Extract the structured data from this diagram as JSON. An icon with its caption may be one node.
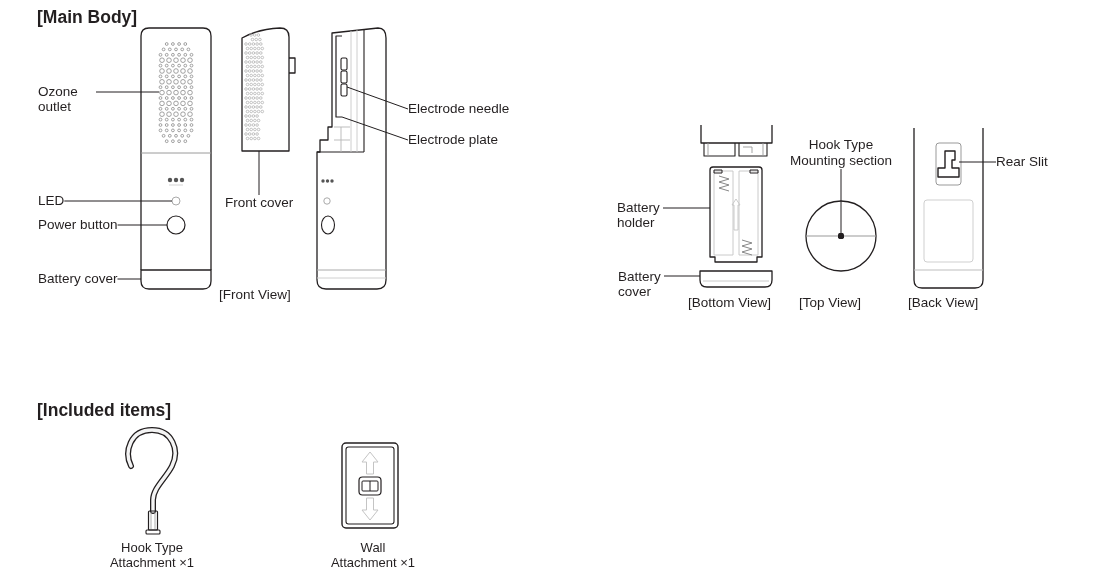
{
  "diagram": {
    "title": "[Main Body]",
    "nodes": [
      {
        "text": [
          "Ozone outlet"
        ]
      },
      {
        "text": [
          "LED"
        ]
      },
      {
        "text": [
          "Power button"
        ]
      },
      {
        "text": [
          "Battery cover"
        ]
      },
      {
        "text": [
          "Front cover"
        ]
      },
      {
        "text": [
          "Electrode needle"
        ]
      },
      {
        "text": [
          "Electrode plate"
        ]
      },
      {
        "text": [
          "Battery holder"
        ]
      },
      {
        "text": [
          "Battery cover"
        ]
      },
      {
        "text": [
          "Hook Type Mounting section"
        ]
      },
      {
        "text": [
          "Rear Slit"
        ]
      },
      {
        "text": [],
        "shape": "picture"
      },
      {
        "text": [],
        "shape": "circle"
      },
      {
        "text": [],
        "shape": "circle"
      },
      {
        "text": [],
        "shape": "box"
      },
      {
        "text": [],
        "shape": "picture"
      },
      {
        "text": [],
        "shape": "picture"
      },
      {
        "text": [],
        "shape": "picture"
      },
      {
        "text": [],
        "shape": "picture"
      },
      {
        "text": [],
        "shape": "picture"
      },
      {
        "text": [],
        "shape": "picture"
      }
    ],
    "edges": [
      {
        "from": 0,
        "to": 11,
        "arrow": "none"
      },
      {
        "from": 1,
        "to": 12,
        "arrow": "none"
      },
      {
        "from": 2,
        "to": 13,
        "arrow": "none"
      },
      {
        "from": 3,
        "to": 14,
        "arrow": "none"
      },
      {
        "from": 4,
        "to": 15,
        "arrow": "none"
      },
      {
        "from": 5,
        "to": 16,
        "arrow": "none"
      },
      {
        "from": 6,
        "to": 17,
        "arrow": "none"
      },
      {
        "from": 7,
        "to": 18,
        "arrow": "none"
      },
      {
        "from": 8,
        "to": 19,
        "arrow": "none"
      },
      {
        "from": 9,
        "to": null,
        "arrow": "other"
      },
      {
        "from": 10,
        "to": 20,
        "arrow": "none"
      }
    ],
    "labels": [
      "[Front View]",
      "[Bottom View]",
      "[Top View]",
      "[Back View]",
      "[Included items]",
      "Hook Type Attachment ×1",
      "Wall Attachment ×1"
    ]
  }
}
